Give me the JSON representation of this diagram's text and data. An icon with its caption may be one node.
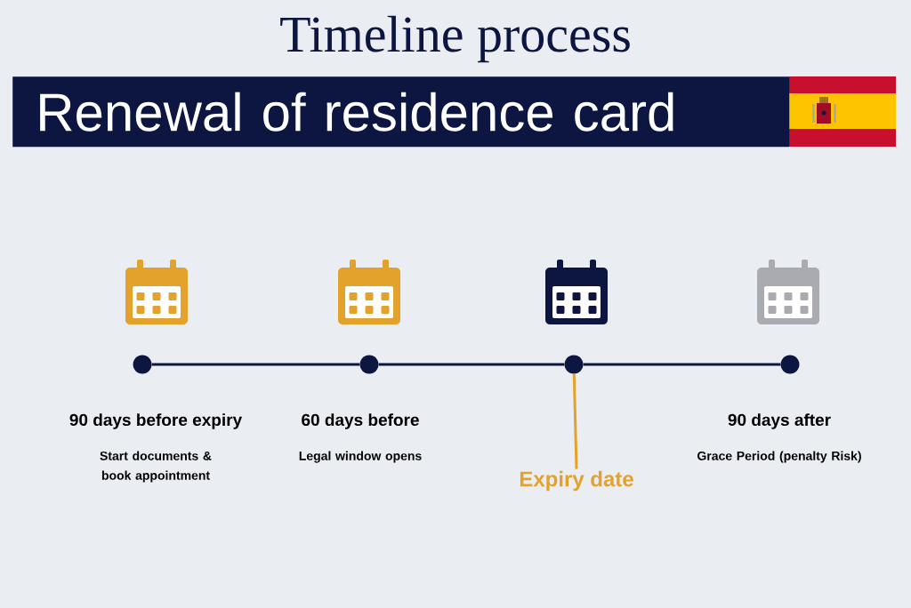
{
  "diagram": {
    "title": "Timeline process",
    "nodes": [
      {
        "text": [
          "Renewal of residence card"
        ]
      },
      {
        "text": [],
        "shape": "circle",
        "beside": [
          "90 days before expiry",
          "Start documents & book appointment"
        ]
      },
      {
        "text": [],
        "shape": "circle",
        "beside": [
          "60 days before",
          "Legal window opens"
        ]
      },
      {
        "text": [],
        "shape": "circle"
      },
      {
        "text": [],
        "shape": "circle",
        "beside": [
          "90 days after",
          "Grace Period (penalty Risk)"
        ]
      },
      {
        "text": [
          "Expiry date"
        ]
      }
    ],
    "edges": [
      {
        "from": 1,
        "to": 2,
        "arrow": "none"
      },
      {
        "from": 2,
        "to": 3,
        "arrow": "none"
      },
      {
        "from": 3,
        "to": 4,
        "arrow": "none"
      },
      {
        "from": 3,
        "to": 5,
        "arrow": "none",
        "color": "#e3a22b"
      }
    ]
  }
}
